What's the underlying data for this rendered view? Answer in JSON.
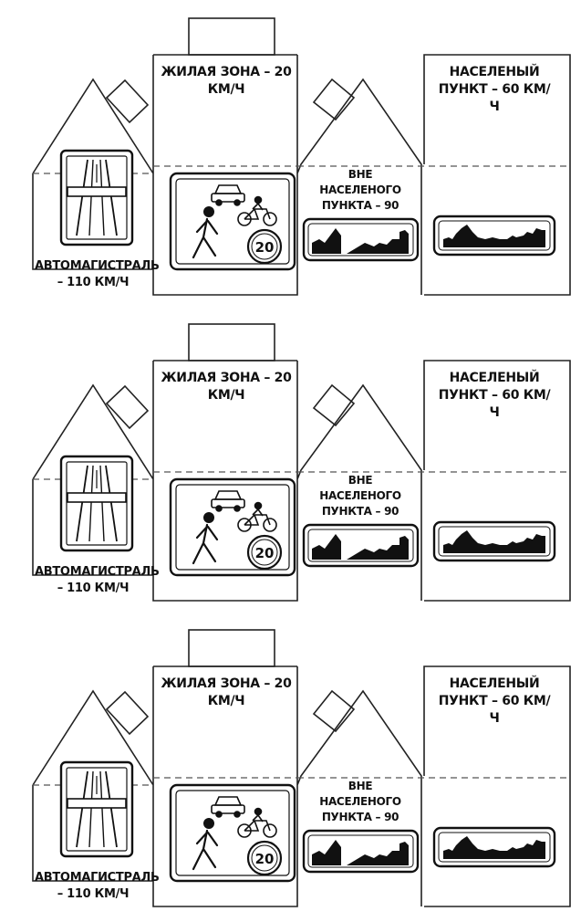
{
  "template_copies": [
    {
      "zhilaya": "ЖИЛАЯ ЗОНА – 20 КМ/Ч",
      "naselenny": "НАСЕЛЕНЫЙ ПУНКТ – 60 КМ/Ч",
      "vne": "ВНЕ НАСЕЛЕНОГО ПУНКТА – 90",
      "avtomagistral": "АВТОМАГИСТРАЛЬ – 110 КМ/Ч",
      "sign_number": "20"
    },
    {
      "zhilaya": "ЖИЛАЯ ЗОНА – 20 КМ/Ч",
      "naselenny": "НАСЕЛЕНЫЙ ПУНКТ – 60 КМ/Ч",
      "vne": "ВНЕ НАСЕЛЕНОГО ПУНКТА – 90",
      "avtomagistral": "АВТОМАГИСТРАЛЬ – 110 КМ/Ч",
      "sign_number": "20"
    },
    {
      "zhilaya": "ЖИЛАЯ ЗОНА – 20 КМ/Ч",
      "naselenny": "НАСЕЛЕНЫЙ ПУНКТ – 60 КМ/Ч",
      "vne": "ВНЕ НАСЕЛЕНОГО ПУНКТА – 90",
      "avtomagistral": "АВТОМАГИСТРАЛЬ – 110 КМ/Ч",
      "sign_number": "20"
    }
  ],
  "icons": [
    "motorway-sign-icon",
    "living-zone-sign-icon",
    "car-icon",
    "bicycle-icon",
    "pedestrian-icon",
    "speed-limit-20-icon",
    "settlement-end-sign-icon",
    "settlement-sign-icon"
  ],
  "colors": {
    "line": "#222222",
    "dash": "#555555",
    "fill": "#111111"
  }
}
